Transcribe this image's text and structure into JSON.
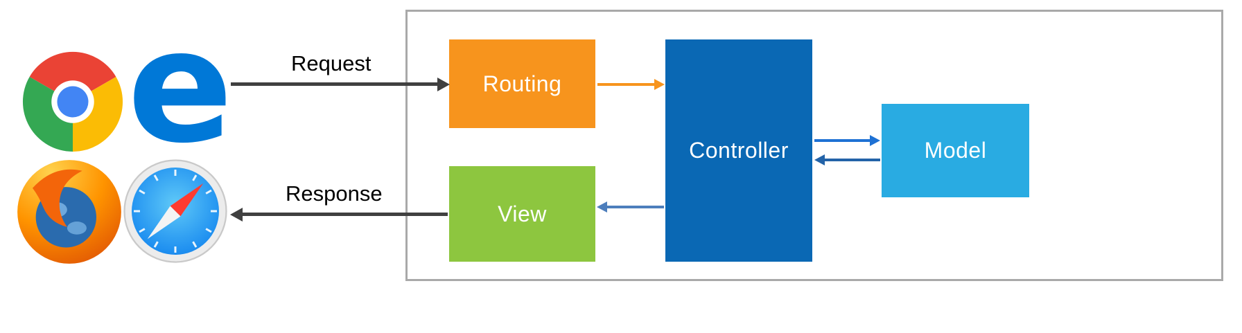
{
  "flow_labels": {
    "request": "Request",
    "response": "Response"
  },
  "boxes": {
    "routing": {
      "label": "Routing",
      "color": "#F7941D"
    },
    "controller": {
      "label": "Controller",
      "color": "#0A68B4"
    },
    "model": {
      "label": "Model",
      "color": "#29ABE2"
    },
    "view": {
      "label": "View",
      "color": "#8DC63F"
    }
  },
  "arrows": {
    "request": {
      "color": "#404040",
      "direction": "right"
    },
    "response": {
      "color": "#404040",
      "direction": "left"
    },
    "routing_to_controller": {
      "color": "#F7941D",
      "direction": "right"
    },
    "controller_to_model": {
      "color": "#1E71D4",
      "direction": "right"
    },
    "model_to_controller": {
      "color": "#2363A8",
      "direction": "left"
    },
    "controller_to_view": {
      "color": "#4D7EBC",
      "direction": "left"
    }
  },
  "browsers": [
    {
      "icon": "chrome-icon"
    },
    {
      "icon": "edge-icon"
    },
    {
      "icon": "firefox-icon"
    },
    {
      "icon": "safari-icon"
    }
  ],
  "frame": {
    "border_color": "#A9A9A9"
  }
}
